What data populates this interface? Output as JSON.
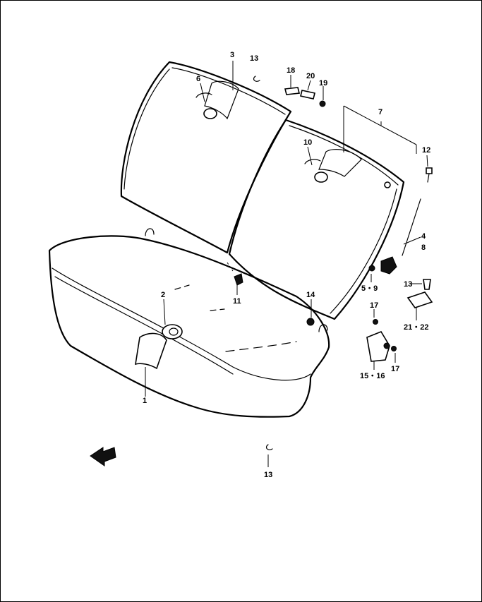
{
  "diagram": {
    "callouts": {
      "c1": "1",
      "c2": "2",
      "c3": "3",
      "c4_8": "4\n8",
      "c4": "4",
      "c8": "8",
      "c5_9": "5・9",
      "c6": "6",
      "c7": "7",
      "c10": "10",
      "c11": "11",
      "c12": "12",
      "c13_top": "13",
      "c13_right": "13",
      "c13_bottom": "13",
      "c14": "14",
      "c15_16": "15・16",
      "c17_upper": "17",
      "c17_lower": "17",
      "c18": "18",
      "c19": "19",
      "c20": "20",
      "c21_22": "21・22"
    }
  },
  "icons": {
    "front_arrow": "front-direction-arrow-icon"
  }
}
